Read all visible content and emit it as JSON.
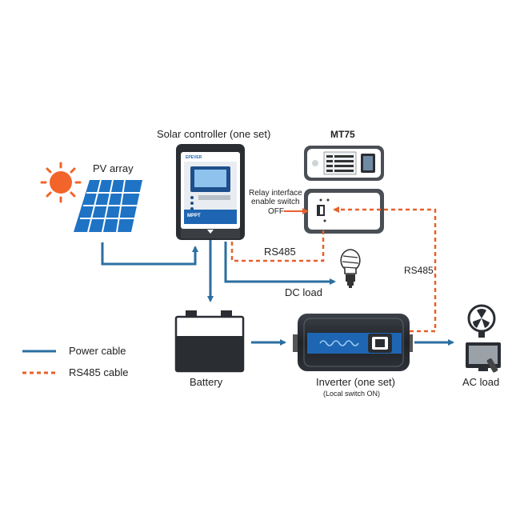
{
  "labels": {
    "solar_controller": "Solar controller (one set)",
    "mt75": "MT75",
    "pv_array": "PV array",
    "relay_line1": "Relay interface",
    "relay_line2": "enable switch",
    "relay_line3": "OFF",
    "rs485_a": "RS485",
    "rs485_b": "RS485",
    "dc_load": "DC load",
    "battery": "Battery",
    "inverter": "Inverter (one set)",
    "inverter_sub": "(Local switch ON)",
    "ac_load": "AC load"
  },
  "controller": {
    "brand": "EPEVER",
    "model": "MPPT"
  },
  "legend": {
    "power": "Power cable",
    "rs485": "RS485 cable"
  },
  "colors": {
    "power_cable": "#2a6fa0",
    "rs485_cable": "#e8602c",
    "sun": "#f2642a",
    "panel": "#1f73c4",
    "accent_blue": "#1e66b3"
  }
}
